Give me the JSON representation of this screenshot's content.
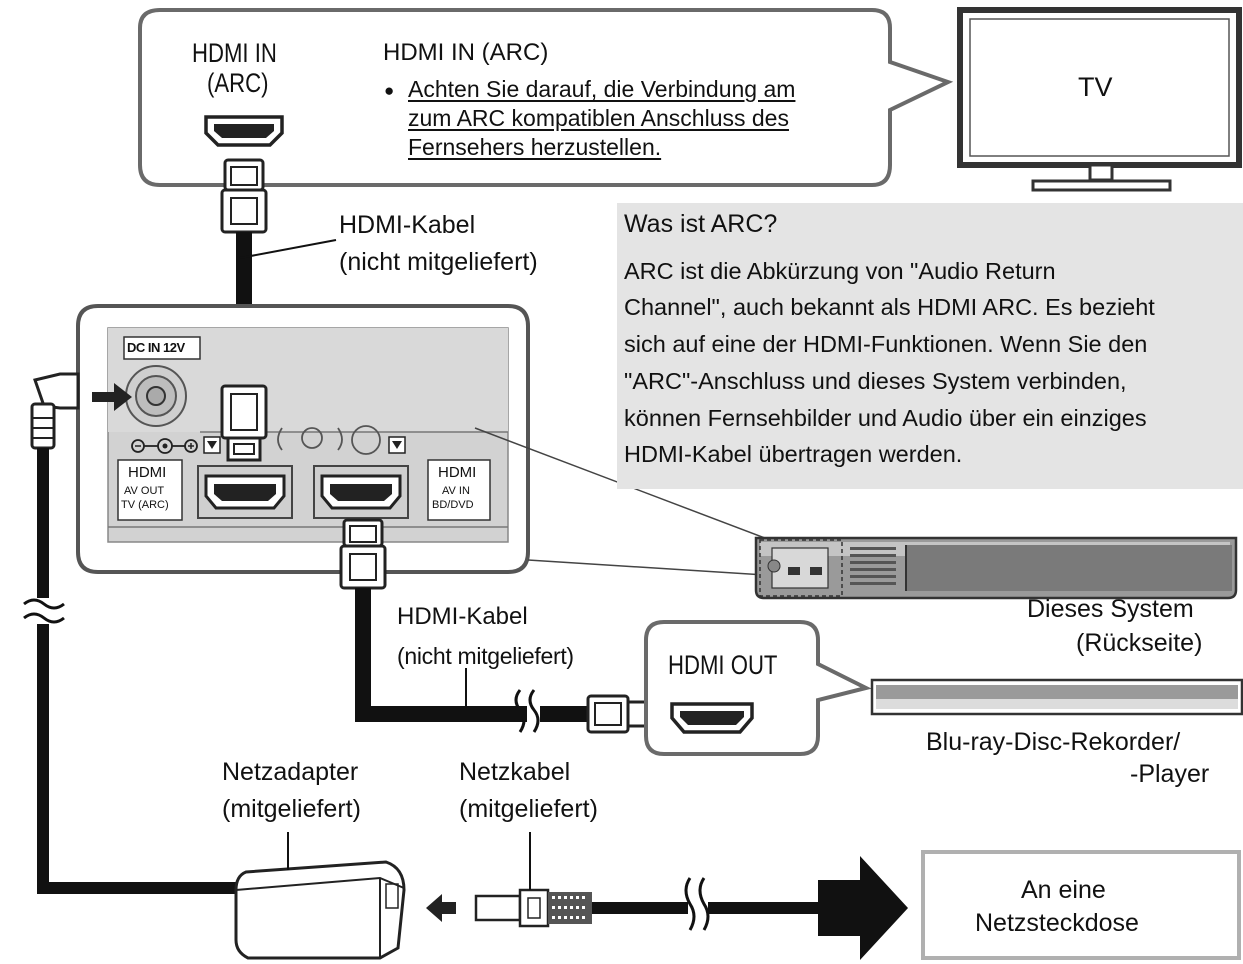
{
  "tv_callout": {
    "port_label_line1": "HDMI IN",
    "port_label_line2": "(ARC)",
    "heading": "HDMI IN (ARC)",
    "bullet": "●",
    "note_lines": [
      "Achten Sie darauf, die Verbindung am",
      "zum ARC kompatiblen Anschluss des",
      "Fernsehers herzustellen."
    ]
  },
  "tv": {
    "label": "TV"
  },
  "cable_top": {
    "line1": "HDMI-Kabel",
    "line2": "(nicht mitgeliefert)"
  },
  "arc_info": {
    "title": "Was ist ARC?",
    "lines": [
      "ARC ist die Abkürzung von \"Audio Return",
      "Channel\", auch bekannt als HDMI ARC. Es bezieht",
      "sich auf eine der HDMI-Funktionen. Wenn Sie den",
      "\"ARC\"-Anschluss und dieses System verbinden,",
      "können Fernsehbilder und Audio über ein einziges",
      "HDMI-Kabel übertragen werden."
    ]
  },
  "panel": {
    "dc_in": "DC IN 12V",
    "hdmi_out_label": [
      "HDMI",
      "AV OUT",
      "TV (ARC)"
    ],
    "hdmi_in_label": [
      "HDMI",
      "AV IN",
      "BD/DVD"
    ]
  },
  "system": {
    "line1": "Dieses System",
    "line2": "(Rückseite)"
  },
  "cable_bottom": {
    "line1": "HDMI-Kabel",
    "line2": "(nicht mitgeliefert)"
  },
  "player_callout": {
    "port_label": "HDMI OUT"
  },
  "player": {
    "line1": "Blu-ray-Disc-Rekorder/",
    "line2": "-Player"
  },
  "adapter": {
    "line1": "Netzadapter",
    "line2": "(mitgeliefert)"
  },
  "power_cable": {
    "line1": "Netzkabel",
    "line2": "(mitgeliefert)"
  },
  "outlet": {
    "line1": "An eine",
    "line2": "Netzsteckdose"
  },
  "colors": {
    "outline": "#555555",
    "info_bg": "#e4e4e4",
    "cable": "#111111",
    "panel_bg": "#d2d2d2"
  }
}
